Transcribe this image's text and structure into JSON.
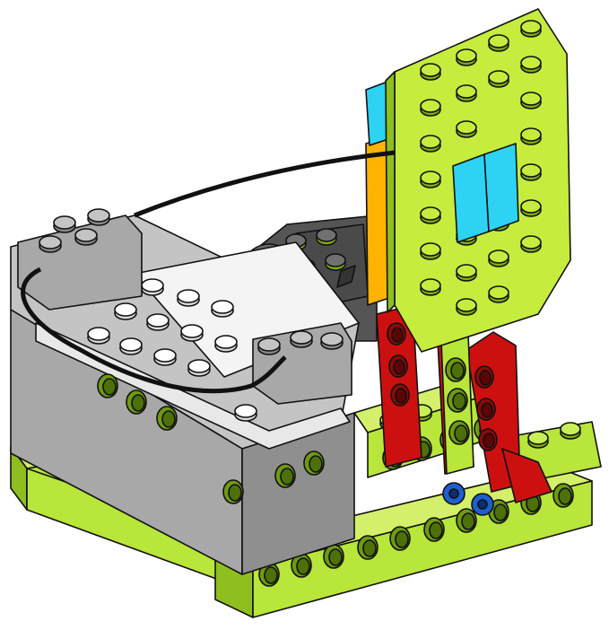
{
  "colors": {
    "lime": "#b8e63a",
    "lime_dark": "#8fbf1f",
    "lime_light": "#d4f06a",
    "red": "#cc1010",
    "red_dark": "#8c0a0a",
    "grey": "#a8a8a8",
    "grey_light": "#c8c8c8",
    "grey_dark": "#6e6e6e",
    "motor": "#555555",
    "white": "#ffffff",
    "cyan": "#2ed3f3",
    "orange": "#ffb300",
    "blue": "#1e5fcf",
    "black": "#111111"
  },
  "parts": {
    "base_frame": "lime-beam-base",
    "smarthub": "grey-smarthub",
    "motor": "dark-grey-motor",
    "target": "lime-octagon-target",
    "cyan_tiles": "cyan-tiles",
    "red_beams": "red-beams",
    "cable": "black-cable",
    "axle_pins": "blue-axle-pins"
  }
}
